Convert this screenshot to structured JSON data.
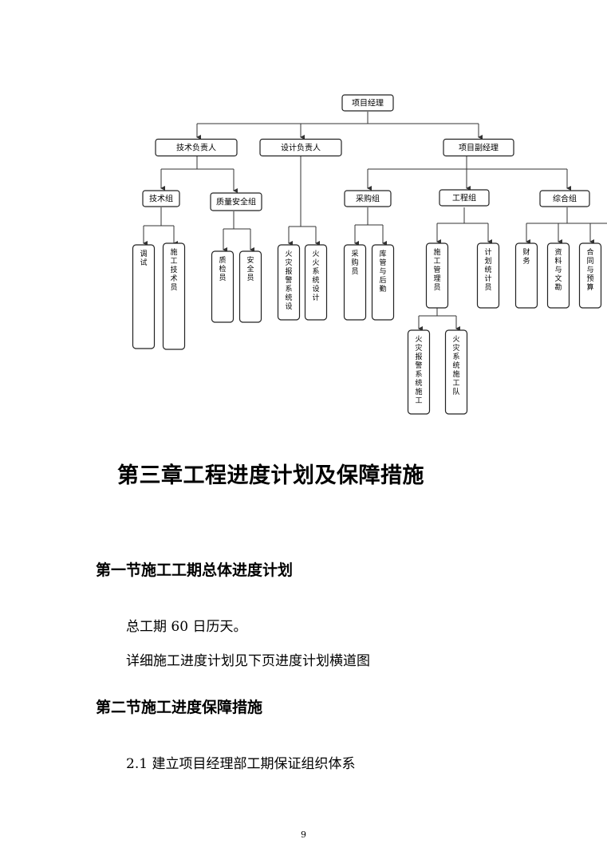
{
  "org_chart": {
    "root": "项目经理",
    "level1": [
      "技术负责人",
      "设计负责人",
      "项目副经理"
    ],
    "groups": [
      "技术组",
      "质量安全组",
      "采购组",
      "工程组",
      "综合组"
    ],
    "leaves": [
      "调试",
      "施工技术员",
      "质检员",
      "安全员",
      "火灾报警系统设计",
      "火火系统设计",
      "采购员",
      "库管与后勤",
      "施工管理员",
      "计划统计员",
      "财务",
      "资料与文勘",
      "合同与预算",
      "火灾报警系统施工队",
      "火灾系统施工队"
    ]
  },
  "chapter_title": "第三章工程进度计划及保障措施",
  "section1": {
    "title": "第一节施工工期总体进度计划",
    "para1": "总工期 60 日历天。",
    "para2": "详细施工进度计划见下页进度计划横道图"
  },
  "section2": {
    "title": "第二节施工进度保障措施",
    "para1": "2.1 建立项目经理部工期保证组织体系"
  },
  "page_number": "9"
}
